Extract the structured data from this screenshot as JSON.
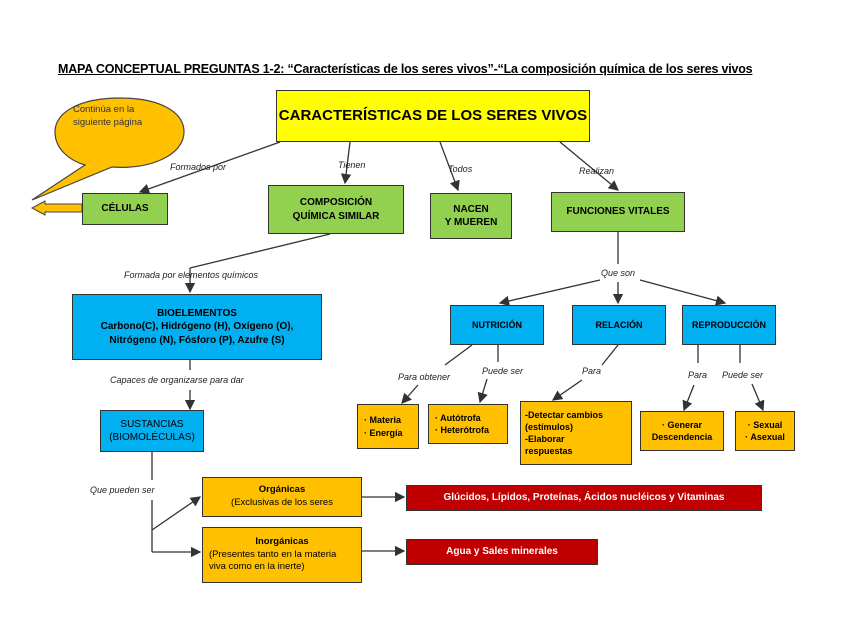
{
  "title": "MAPA CONCEPTUAL PREGUNTAS 1-2: “Características de los seres vivos”-“La composición química de los seres vivos",
  "bubble": {
    "line1": "Continúa en la",
    "line2": "siguiente página"
  },
  "main": "CARACTERÍSTICAS DE LOS SERES VIVOS",
  "level1": {
    "celulas": "CÉLULAS",
    "composicion_1": "COMPOSICIÓN",
    "composicion_2": "QUÍMICA SIMILAR",
    "nacen_1": "NACEN",
    "nacen_2": "Y MUEREN",
    "funciones": "FUNCIONES VITALES"
  },
  "labels": {
    "formados_por": "Formados por",
    "tienen": "Tienen",
    "todos": "Todos",
    "realizan": "Realizan",
    "formada_por": "Formada por  elementos químicos",
    "que_son": "Que son",
    "capaces": "Capaces de organizarse para dar",
    "para_obtener": "Para obtener",
    "puede_ser_1": "Puede ser",
    "para_1": "Para",
    "para_2": "Para",
    "puede_ser_2": "Puede ser",
    "que_pueden_ser": "Que pueden ser"
  },
  "bioelementos": {
    "title": "BIOELEMENTOS",
    "line1": "Carbono(C), Hidrógeno (H), Oxígeno (O),",
    "line2": "Nitrógeno (N), Fósforo (P), Azufre (S)"
  },
  "sustancias": {
    "line1": "SUSTANCIAS",
    "line2": "(BIOMOLÉCULAS)"
  },
  "funciones_vitales": {
    "nutricion": "NUTRICIÓN",
    "relacion": "RELACIÓN",
    "reproduccion": "REPRODUCCIÓN"
  },
  "leaves": {
    "materia": "· Materia",
    "energia": "· Energía",
    "autotrofa": "· Autótrofa",
    "heterotrofa": "· Heterótrofa",
    "detectar_1": "-Detectar cambios",
    "detectar_2": "(estímulos)",
    "elaborar_1": "-Elaborar",
    "elaborar_2": "respuestas",
    "generar_1": "·     Generar",
    "generar_2": "Descendencia",
    "sexual": "· Sexual",
    "asexual": "· Asexual"
  },
  "organicas": {
    "title": "Orgánicas",
    "desc": "(Exclusivas de los seres",
    "result": "Glúcidos, Lípidos, Proteínas, Ácidos nucléicos y Vitaminas"
  },
  "inorganicas": {
    "title": "Inorgánicas",
    "desc1": "(Presentes tanto  en la materia",
    "desc2": "viva como en la inerte)",
    "result": "Agua y Sales minerales"
  },
  "colors": {
    "yellow": "#ffff00",
    "green": "#92d050",
    "blue": "#00b0f0",
    "orange": "#ffc000",
    "red": "#c00000",
    "bubble": "#ffc000"
  }
}
